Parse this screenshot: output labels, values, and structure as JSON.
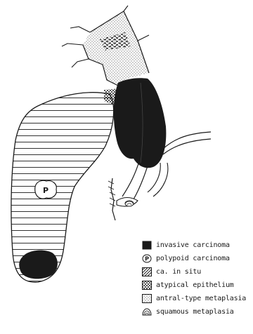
{
  "diagram": {
    "lesion_marker": "P"
  },
  "legend": {
    "items": [
      {
        "key": "invasive",
        "label": "invasive carcinoma",
        "swatch": "solid-black-swatch"
      },
      {
        "key": "polypoid",
        "label": "polypoid carcinoma",
        "swatch": "polypoid-p-swatch"
      },
      {
        "key": "in_situ",
        "label": "ca. in situ",
        "swatch": "diagonal-hatch-swatch"
      },
      {
        "key": "atypical",
        "label": "atypical epithelium",
        "swatch": "coarse-dot-swatch"
      },
      {
        "key": "antral",
        "label": "antral-type metaplasia",
        "swatch": "fine-dot-swatch"
      },
      {
        "key": "squamous",
        "label": "squamous metaplasia",
        "swatch": "scale-pattern-swatch"
      }
    ]
  },
  "colors": {
    "ink": "#1a1a1a",
    "background": "#ffffff"
  }
}
